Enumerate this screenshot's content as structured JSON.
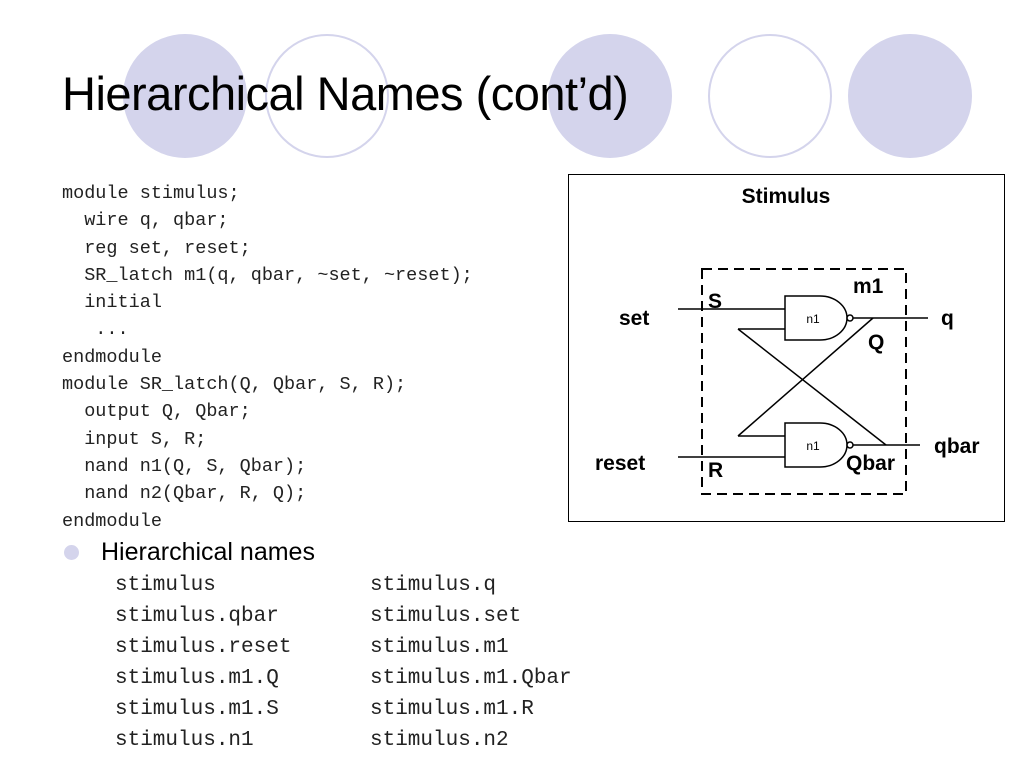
{
  "slide": {
    "title": "Hierarchical Names (cont’d)",
    "decor_icon": "circle-decoration",
    "accent_color": "#d4d4ec"
  },
  "code": {
    "lines": [
      "module stimulus;",
      "  wire q, qbar;",
      "  reg set, reset;",
      "  SR_latch m1(q, qbar, ~set, ~reset);",
      "  initial",
      "   ...",
      "endmodule",
      "module SR_latch(Q, Qbar, S, R);",
      "  output Q, Qbar;",
      "  input S, R;",
      "  nand n1(Q, S, Qbar);",
      "  nand n2(Qbar, R, Q);",
      "endmodule"
    ]
  },
  "bullet": {
    "text": "Hierarchical names",
    "icon": "bullet-dot-icon"
  },
  "names": {
    "rows": [
      [
        "stimulus",
        "stimulus.q"
      ],
      [
        "stimulus.qbar",
        "stimulus.set"
      ],
      [
        "stimulus.reset",
        "stimulus.m1"
      ],
      [
        "stimulus.m1.Q",
        "stimulus.m1.Qbar"
      ],
      [
        "stimulus.m1.S",
        "stimulus.m1.R"
      ],
      [
        "stimulus.n1",
        "stimulus.n2"
      ]
    ]
  },
  "diagram": {
    "title": "Stimulus",
    "module_label": "m1",
    "labels": {
      "set": "set",
      "reset": "reset",
      "q": "q",
      "qbar": "qbar",
      "S": "S",
      "R": "R",
      "Q": "Q",
      "Qbar": "Qbar"
    },
    "gate1": "n1",
    "gate2": "n1"
  }
}
